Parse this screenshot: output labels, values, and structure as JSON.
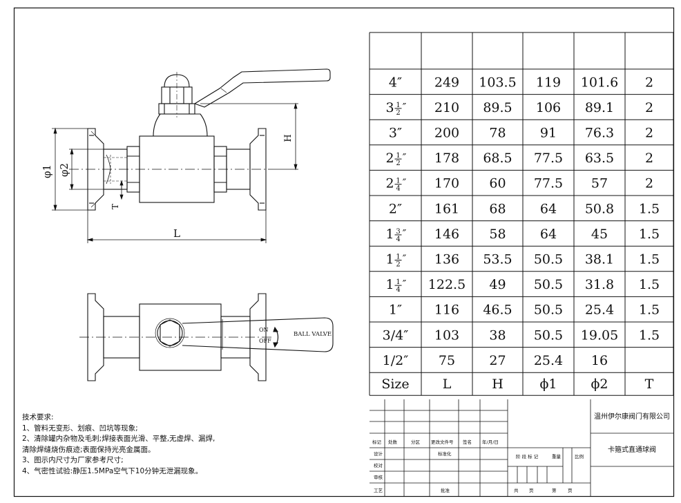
{
  "drawing": {
    "dimension_labels": {
      "phi1": "φ1",
      "phi2": "φ2",
      "h": "H",
      "t": "T",
      "l": "L"
    },
    "handle_labels": {
      "on": "ON",
      "off": "OFF",
      "ball_valve": "BALL VALVE"
    }
  },
  "size_table": {
    "headers": [
      "Size",
      "L",
      "H",
      "ϕ1",
      "ϕ2",
      "T"
    ],
    "rows": [
      {
        "size": {
          "whole": "4",
          "frac": null
        },
        "l": "249",
        "h": "103.5",
        "phi1": "119",
        "phi2": "101.6",
        "t": "2"
      },
      {
        "size": {
          "whole": "3",
          "frac": [
            "1",
            "2"
          ]
        },
        "l": "210",
        "h": "89.5",
        "phi1": "106",
        "phi2": "89.1",
        "t": "2"
      },
      {
        "size": {
          "whole": "3",
          "frac": null
        },
        "l": "200",
        "h": "78",
        "phi1": "91",
        "phi2": "76.3",
        "t": "2"
      },
      {
        "size": {
          "whole": "2",
          "frac": [
            "1",
            "2"
          ]
        },
        "l": "178",
        "h": "68.5",
        "phi1": "77.5",
        "phi2": "63.5",
        "t": "2"
      },
      {
        "size": {
          "whole": "2",
          "frac": [
            "1",
            "4"
          ]
        },
        "l": "170",
        "h": "60",
        "phi1": "77.5",
        "phi2": "57",
        "t": "2"
      },
      {
        "size": {
          "whole": "2",
          "frac": null
        },
        "l": "161",
        "h": "68",
        "phi1": "64",
        "phi2": "50.8",
        "t": "1.5"
      },
      {
        "size": {
          "whole": "1",
          "frac": [
            "3",
            "4"
          ]
        },
        "l": "146",
        "h": "58",
        "phi1": "64",
        "phi2": "45",
        "t": "1.5"
      },
      {
        "size": {
          "whole": "1",
          "frac": [
            "1",
            "2"
          ]
        },
        "l": "136",
        "h": "53.5",
        "phi1": "50.5",
        "phi2": "38.1",
        "t": "1.5"
      },
      {
        "size": {
          "whole": "1",
          "frac": [
            "1",
            "4"
          ]
        },
        "l": "122.5",
        "h": "49",
        "phi1": "50.5",
        "phi2": "31.8",
        "t": "1.5"
      },
      {
        "size": {
          "whole": "1",
          "frac": null
        },
        "l": "116",
        "h": "46.5",
        "phi1": "50.5",
        "phi2": "25.4",
        "t": "1.5"
      },
      {
        "size": {
          "whole": "3/4",
          "frac": null
        },
        "l": "103",
        "h": "38",
        "phi1": "50.5",
        "phi2": "19.05",
        "t": "1.5"
      },
      {
        "size": {
          "whole": "1/2",
          "frac": null
        },
        "l": "75",
        "h": "27",
        "phi1": "25.4",
        "phi2": "16",
        "t": ""
      }
    ],
    "inch_mark": "″"
  },
  "technical_notes": {
    "title": "技术要求:",
    "lines": [
      "1、管料无变形、划痕、凹坑等现象;",
      "2、清除罐内杂物及毛刺;焊接表面光滑、平整,无虚焊、漏焊,",
      "清除焊缝烧伤痕迹;表面保持光亮金属面。",
      "3、图示内尺寸为厂家参考尺寸;",
      "4、气密性试验:静压1.5MPa空气下10分钟无泄漏现象。"
    ]
  },
  "title_block": {
    "company": "温州伊尔康阀门有限公司",
    "product_name": "卡箍式直通球阀",
    "revision_headers": [
      "标记",
      "处数",
      "分区",
      "更改文件号",
      "签名",
      "年/月/日"
    ],
    "row_labels": [
      "设计",
      "校对",
      "审核",
      "工艺"
    ],
    "standardization": "标准化",
    "approval": "批准",
    "stage_mark": "阶 段 标 记",
    "weight": "重量",
    "scale": "比例",
    "total": "共",
    "page_unit": "页",
    "sheet_no": "第"
  }
}
